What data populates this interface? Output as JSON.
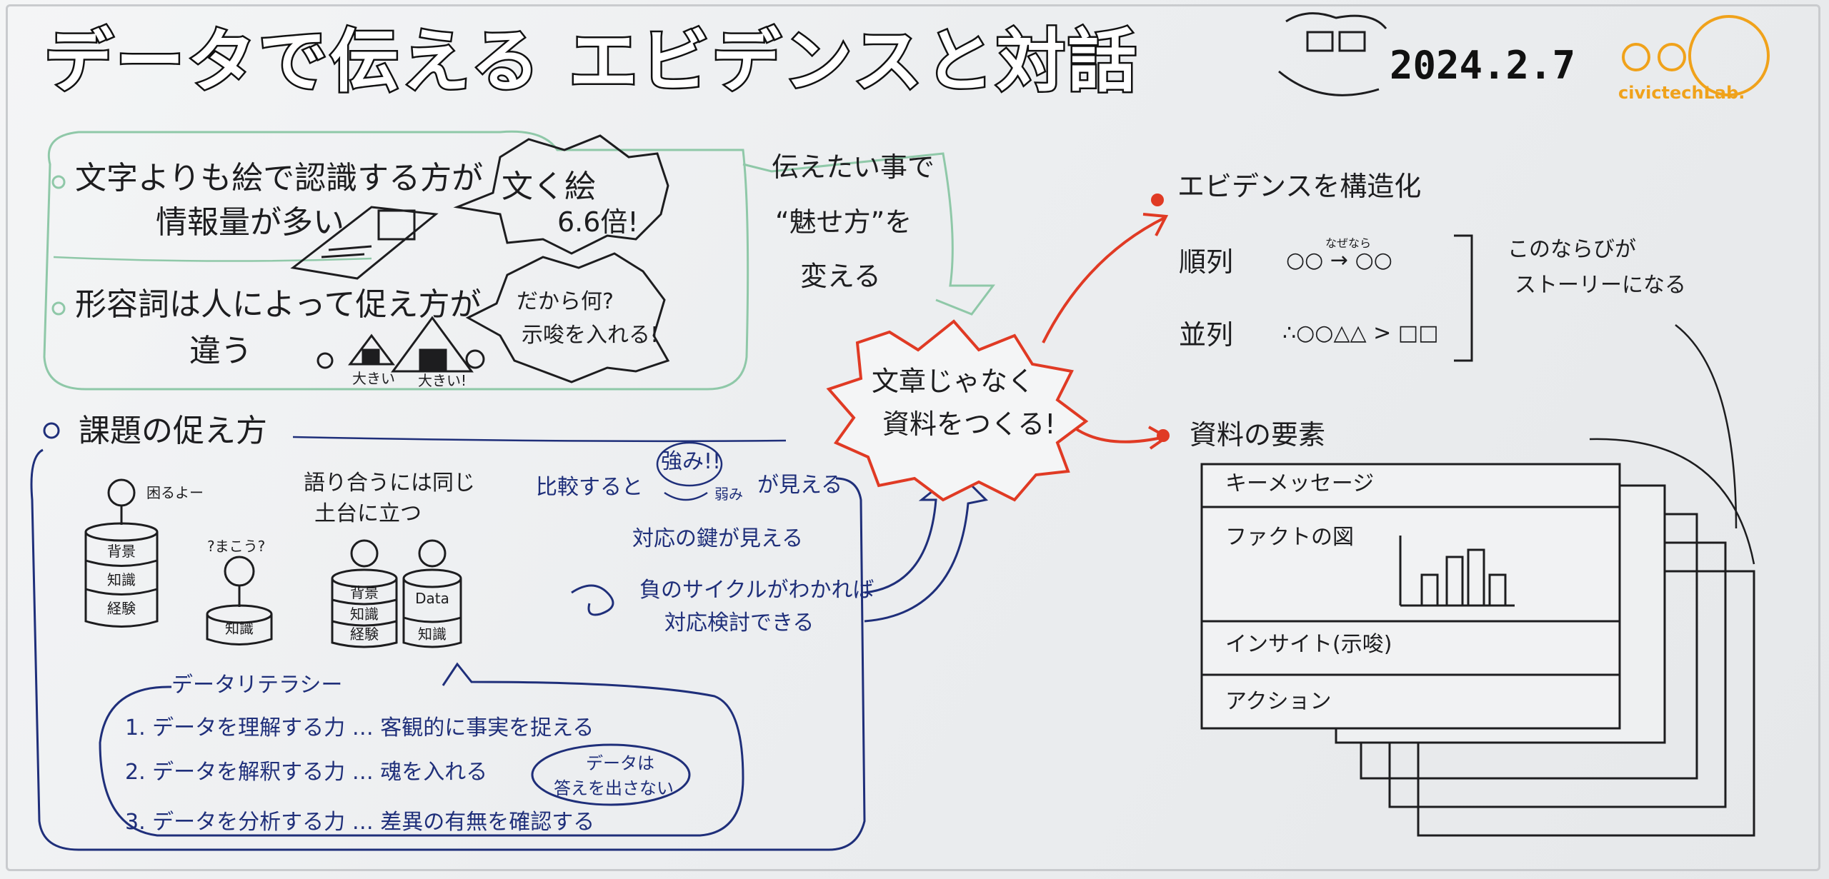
{
  "title": "データで伝える エビデンスと対話",
  "date": "2024.2.7",
  "logo_text": "civictechLab.",
  "colors": {
    "black": "#1d1d1f",
    "blue": "#1f2f7a",
    "red": "#e03a24",
    "green": "#8fc8a8",
    "orange": "#f0a21b"
  },
  "top_section": {
    "bullet1_line1": "文字よりも絵で認識する方が",
    "bullet1_line2": "情報量が多い",
    "burst1_line1": "文く絵",
    "burst1_line2": "6.6倍!",
    "note_line1": "伝えたい事で",
    "note_line2": "“魅せ方”を",
    "note_line3": "変える",
    "bullet2_line1": "形容詞は人によって促え方が",
    "bullet2_line2": "違う",
    "rice_small": "大きい",
    "rice_big": "大きい!",
    "burst2_line1": "だから何?",
    "burst2_line2": "示唆を入れる!"
  },
  "center_burst": {
    "line1": "文章じゃなく",
    "line2": "資料をつくる!"
  },
  "evidence": {
    "heading": "エビデンスを構造化",
    "seq_label": "順列",
    "seq_symbol": "○○ → ○○",
    "seq_because": "なぜなら",
    "par_label": "並列",
    "par_symbol": "∴○○△△ > □□",
    "story_line1": "このならびが",
    "story_line2": "ストーリーになる"
  },
  "materials": {
    "heading": "資料の要素",
    "rows": [
      "キーメッセージ",
      "ファクトの図",
      "インサイト(示唆)",
      "アクション"
    ]
  },
  "issues": {
    "heading": "課題の促え方",
    "troubled": "困るよー",
    "huh": "?まこう?",
    "stack_left": [
      "背景",
      "知識",
      "経験"
    ],
    "single_block": "知識",
    "same_ground_line1": "語り合うには同じ",
    "same_ground_line2": "土台に立つ",
    "stack_mid": [
      "背景",
      "知識",
      "経験"
    ],
    "data_block_top": "Data",
    "data_block_bottom": "知識",
    "compare": "比較すると",
    "strength": "強み!!",
    "weakness": "弱み",
    "visible": "が見える",
    "key_visible": "対応の鍵が見える",
    "cycle_line1": "負のサイクルがわかれば",
    "cycle_line2": "対応検討できる"
  },
  "literacy": {
    "heading": "データリテラシー",
    "items": [
      "1. データを理解する力 … 客観的に事実を捉える",
      "2. データを解釈する力 … 魂を入れる",
      "3. データを分析する力 … 差異の有無を確認する"
    ],
    "bubble_line1": "データは",
    "bubble_line2": "答えを出さない"
  }
}
